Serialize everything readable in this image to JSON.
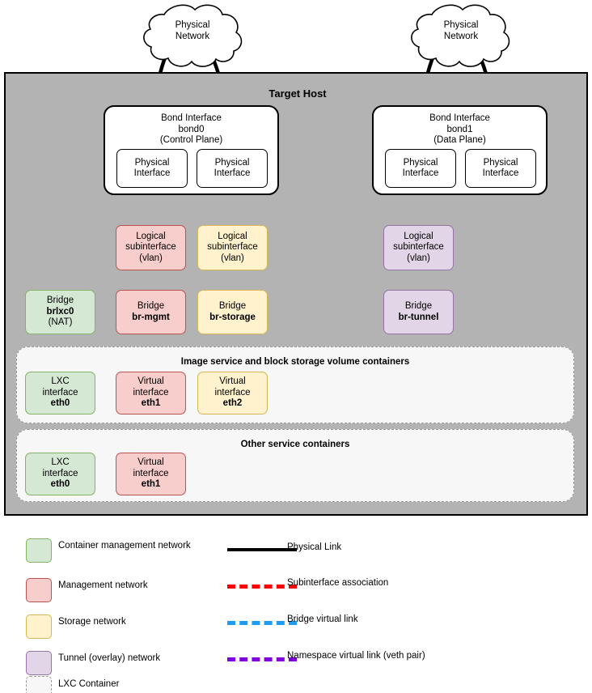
{
  "diagram": {
    "host": {
      "title": "Target Host"
    },
    "clouds": [
      {
        "id": "cloud-left",
        "line1": "Physical",
        "line2": "Network"
      },
      {
        "id": "cloud-right",
        "line1": "Physical",
        "line2": "Network"
      }
    ],
    "bonds": [
      {
        "id": "bond0",
        "title": "Bond Interface",
        "name": "bond0",
        "role": "(Control Plane)",
        "interfaces": [
          {
            "line1": "Physical",
            "line2": "Interface"
          },
          {
            "line1": "Physical",
            "line2": "Interface"
          }
        ]
      },
      {
        "id": "bond1",
        "title": "Bond Interface",
        "name": "bond1",
        "role": "(Data Plane)",
        "interfaces": [
          {
            "line1": "Physical",
            "line2": "Interface"
          },
          {
            "line1": "Physical",
            "line2": "Interface"
          }
        ]
      }
    ],
    "subinterfaces": [
      {
        "id": "subif-mgmt",
        "line1": "Logical",
        "line2": "subinterface",
        "line3": "(vlan)",
        "color": "pink"
      },
      {
        "id": "subif-storage",
        "line1": "Logical",
        "line2": "subinterface",
        "line3": "(vlan)",
        "color": "yellow"
      },
      {
        "id": "subif-tunnel",
        "line1": "Logical",
        "line2": "subinterface",
        "line3": "(vlan)",
        "color": "purple"
      }
    ],
    "bridges": [
      {
        "id": "bridge-brlxc0",
        "label": "Bridge",
        "name": "brlxc0",
        "extra": "(NAT)",
        "color": "green"
      },
      {
        "id": "bridge-br-mgmt",
        "label": "Bridge",
        "name": "br-mgmt",
        "extra": "",
        "color": "pink"
      },
      {
        "id": "bridge-br-storage",
        "label": "Bridge",
        "name": "br-storage",
        "extra": "",
        "color": "yellow"
      },
      {
        "id": "bridge-br-tunnel",
        "label": "Bridge",
        "name": "br-tunnel",
        "extra": "",
        "color": "purple"
      }
    ],
    "container_groups": [
      {
        "id": "ctr-image-storage",
        "title": "Image service and block storage volume containers",
        "interfaces": [
          {
            "id": "img-eth0",
            "line1": "LXC",
            "line2": "interface",
            "name": "eth0",
            "color": "green"
          },
          {
            "id": "img-eth1",
            "line1": "Virtual",
            "line2": "interface",
            "name": "eth1",
            "color": "pink"
          },
          {
            "id": "img-eth2",
            "line1": "Virtual",
            "line2": "interface",
            "name": "eth2",
            "color": "yellow"
          }
        ]
      },
      {
        "id": "ctr-other",
        "title": "Other service containers",
        "interfaces": [
          {
            "id": "oth-eth0",
            "line1": "LXC",
            "line2": "interface",
            "name": "eth0",
            "color": "green"
          },
          {
            "id": "oth-eth1",
            "line1": "Virtual",
            "line2": "interface",
            "name": "eth1",
            "color": "pink"
          }
        ]
      }
    ]
  },
  "legend": {
    "swatches": [
      {
        "id": "legend-container-management",
        "label": "Container management network",
        "color": "#d5e8d4",
        "border": "#82b366"
      },
      {
        "id": "legend-management",
        "label": "Management network",
        "color": "#f8cecc",
        "border": "#b85450"
      },
      {
        "id": "legend-storage",
        "label": "Storage network",
        "color": "#fff2cc",
        "border": "#d6b656"
      },
      {
        "id": "legend-tunnel",
        "label": "Tunnel (overlay) network",
        "color": "#e1d5e7",
        "border": "#9673a6"
      },
      {
        "id": "legend-lxc-container",
        "label": "LXC Container",
        "color": "#f7f7f7",
        "border": "#999999"
      }
    ],
    "lines": [
      {
        "id": "legend-physical-link",
        "label": "Physical Link",
        "color": "#000000",
        "style": "solid"
      },
      {
        "id": "legend-subif-assoc",
        "label": "Subinterface association",
        "color": "#ff0000",
        "style": "dashed"
      },
      {
        "id": "legend-bridge-link",
        "label": "Bridge virtual link",
        "color": "#1f9bf0",
        "style": "dashed"
      },
      {
        "id": "legend-namespace-link",
        "label": "Namespace virtual link (veth pair)",
        "color": "#8000e0",
        "style": "dashed"
      }
    ]
  },
  "colors": {
    "host_bg": "#b3b3b3",
    "container_bg": "#f7f7f7",
    "physical_link": "#000000",
    "subinterface_link": "#ff0000",
    "bridge_link": "#1f9bf0",
    "namespace_link": "#8000e0"
  }
}
